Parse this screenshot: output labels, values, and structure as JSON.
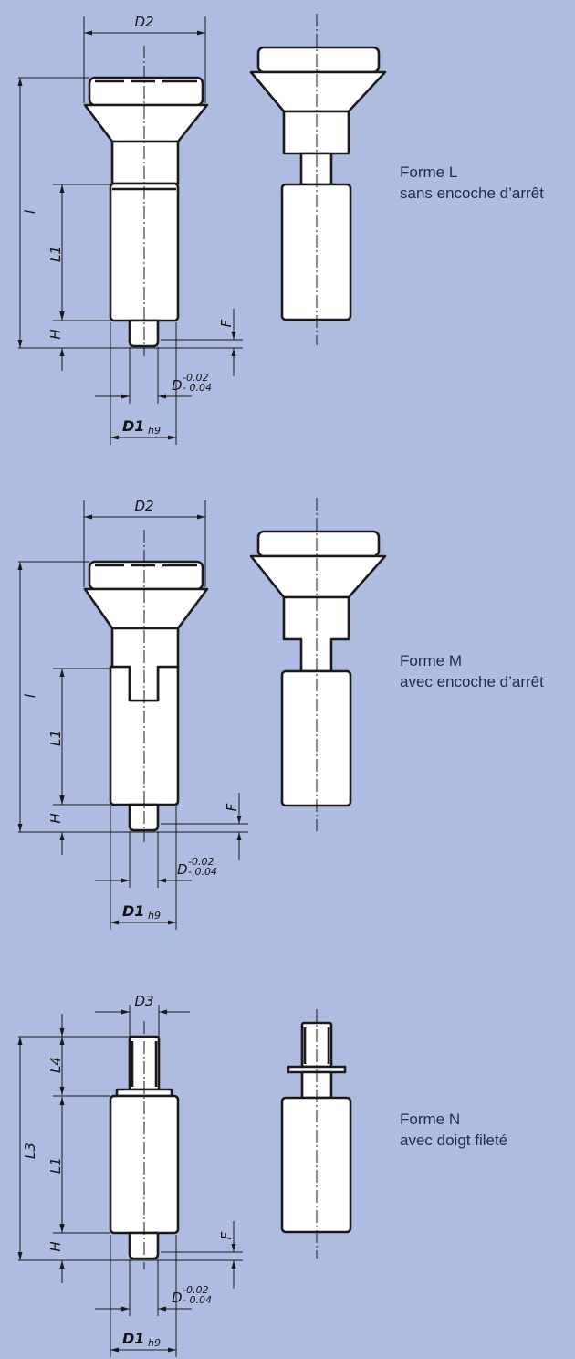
{
  "forms": [
    {
      "name": "Forme L",
      "description": "sans encoche d’arrêt",
      "dims": {
        "D2": "D2",
        "l": "l",
        "L1": "L1",
        "H": "H",
        "F": "F",
        "D": "D",
        "tol_upper": "-0.02",
        "tol_lower": "- 0.04",
        "D1": "D1",
        "h9": "h9"
      }
    },
    {
      "name": "Forme M",
      "description": "avec encoche d’arrêt",
      "dims": {
        "D2": "D2",
        "l": "l",
        "L1": "L1",
        "H": "H",
        "F": "F",
        "D": "D",
        "tol_upper": "-0.02",
        "tol_lower": "- 0.04",
        "D1": "D1",
        "h9": "h9"
      }
    },
    {
      "name": "Forme N",
      "description": "avec doigt fileté",
      "dims": {
        "D3": "D3",
        "L3": "L3",
        "L4": "L4",
        "L1": "L1",
        "H": "H",
        "F": "F",
        "D": "D",
        "tol_upper": "-0.02",
        "tol_lower": "- 0.04",
        "D1": "D1",
        "h9": "h9"
      }
    }
  ],
  "colors": {
    "background": "#aebce2",
    "outline": "#1a1a1a",
    "part_fill": "#ffffff",
    "caption": "#1e2b4f"
  }
}
